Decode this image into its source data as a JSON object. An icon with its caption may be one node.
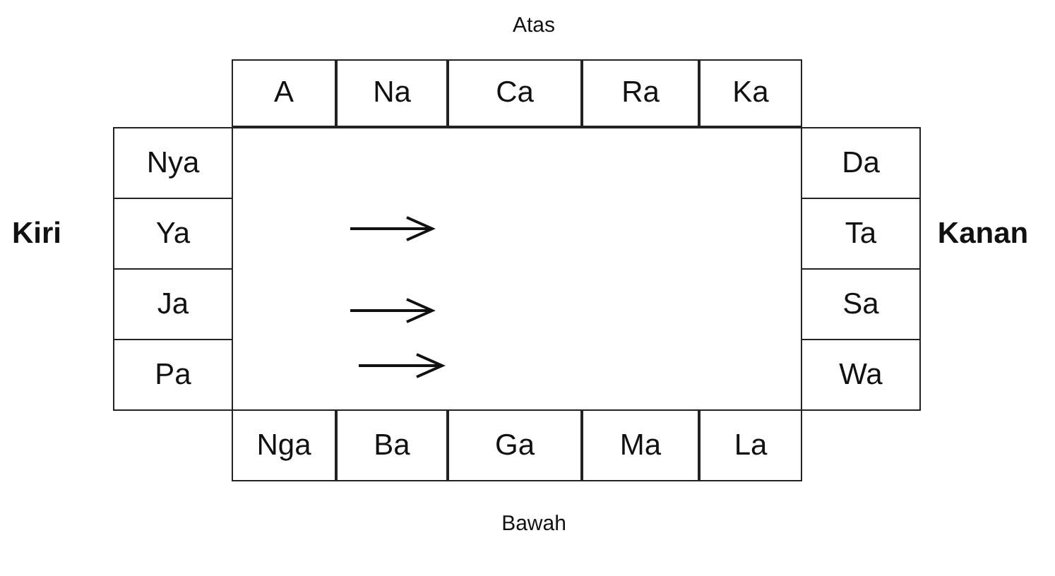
{
  "diagram": {
    "nodes": [
      {
        "text": [
          "A"
        ]
      },
      {
        "text": [
          "Na"
        ]
      },
      {
        "text": [
          "Ca"
        ]
      },
      {
        "text": [
          "Ra"
        ]
      },
      {
        "text": [
          "Ka"
        ]
      },
      {
        "text": [],
        "shape": "box"
      },
      {
        "text": [
          "Nya"
        ]
      },
      {
        "text": [
          "Da"
        ]
      },
      {
        "text": [
          "Ya"
        ]
      },
      {
        "text": [
          "Ta"
        ]
      },
      {
        "text": [
          "Ja"
        ]
      },
      {
        "text": [
          "Sa"
        ]
      },
      {
        "text": [
          "Pa"
        ]
      },
      {
        "text": [
          "Wa"
        ]
      },
      {
        "text": [
          "Nga"
        ]
      },
      {
        "text": [
          "Ba"
        ]
      },
      {
        "text": [
          "Ga"
        ]
      },
      {
        "text": [
          "Ma"
        ]
      },
      {
        "text": [
          "La"
        ]
      }
    ],
    "labels": [
      "Atas",
      "Kiri",
      "Kanan",
      "Bawah"
    ]
  }
}
